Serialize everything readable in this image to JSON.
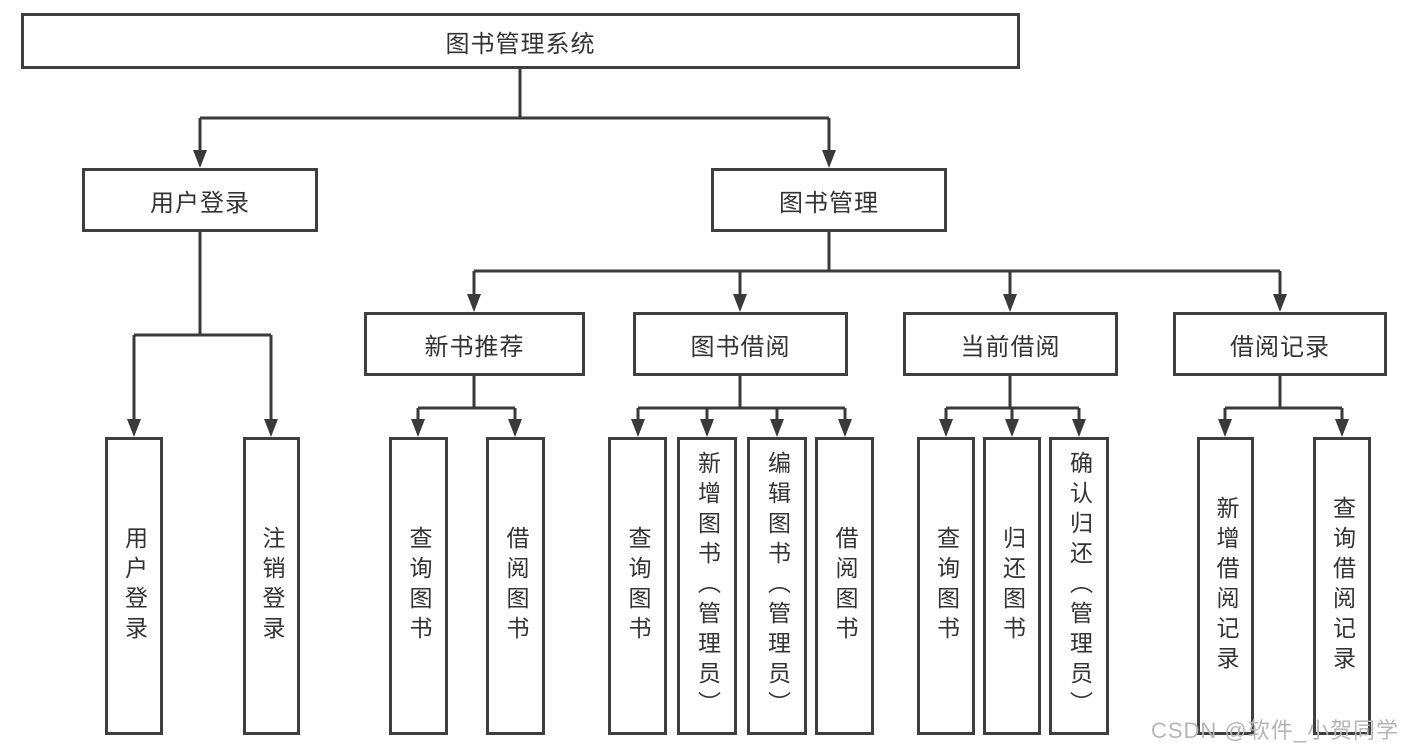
{
  "tree": {
    "root": {
      "label": "图书管理系统",
      "children": [
        {
          "label": "用户登录",
          "children": [
            {
              "label": "用户登录"
            },
            {
              "label": "注销登录"
            }
          ]
        },
        {
          "label": "图书管理",
          "children": [
            {
              "label": "新书推荐",
              "children": [
                {
                  "label": "查询图书"
                },
                {
                  "label": "借阅图书"
                }
              ]
            },
            {
              "label": "图书借阅",
              "children": [
                {
                  "label": "查询图书"
                },
                {
                  "label": "新增图书（管理员）"
                },
                {
                  "label": "编辑图书（管理员）"
                },
                {
                  "label": "借阅图书"
                }
              ]
            },
            {
              "label": "当前借阅",
              "children": [
                {
                  "label": "查询图书"
                },
                {
                  "label": "归还图书"
                },
                {
                  "label": "确认归还（管理员）"
                }
              ]
            },
            {
              "label": "借阅记录",
              "children": [
                {
                  "label": "新增借阅记录"
                },
                {
                  "label": "查询借阅记录"
                }
              ]
            }
          ]
        }
      ]
    }
  },
  "watermark": "CSDN @软件_小贺同学",
  "colors": {
    "line": "#3a3a3a",
    "box_border": "#3f3f3f",
    "text": "#333333",
    "background": "#ffffff",
    "watermark": "#b5b5b5"
  }
}
